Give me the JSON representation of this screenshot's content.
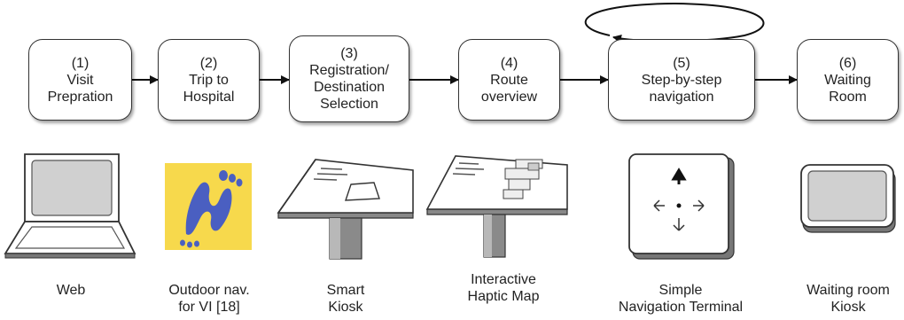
{
  "steps": [
    {
      "num": "(1)",
      "lines": [
        "Visit",
        "Prepration"
      ]
    },
    {
      "num": "(2)",
      "lines": [
        "Trip to",
        "Hospital"
      ]
    },
    {
      "num": "(3)",
      "lines": [
        "Registration/",
        "Destination",
        "Selection"
      ]
    },
    {
      "num": "(4)",
      "lines": [
        "Route",
        "overview"
      ]
    },
    {
      "num": "(5)",
      "lines": [
        "Step-by-step",
        "navigation"
      ]
    },
    {
      "num": "(6)",
      "lines": [
        "Waiting",
        "Room"
      ]
    }
  ],
  "devices": [
    {
      "lines": [
        "Web"
      ]
    },
    {
      "lines": [
        "Outdoor nav.",
        "for VI [18]"
      ]
    },
    {
      "lines": [
        "Smart",
        "Kiosk"
      ]
    },
    {
      "lines": [
        "Interactive",
        "Haptic Map"
      ]
    },
    {
      "lines": [
        "Simple",
        "Navigation Terminal"
      ]
    },
    {
      "lines": [
        "Waiting room",
        "Kiosk"
      ]
    }
  ],
  "icons": {
    "web": "laptop-icon",
    "outdoor": "footprint-n-logo-icon",
    "smart_kiosk": "kiosk-icon",
    "haptic_map": "haptic-map-kiosk-icon",
    "terminal": "navigation-terminal-icon",
    "waiting_kiosk": "tablet-kiosk-icon"
  },
  "colors": {
    "logo_background": "#f7d94c",
    "logo_figure": "#4a5fc1"
  }
}
